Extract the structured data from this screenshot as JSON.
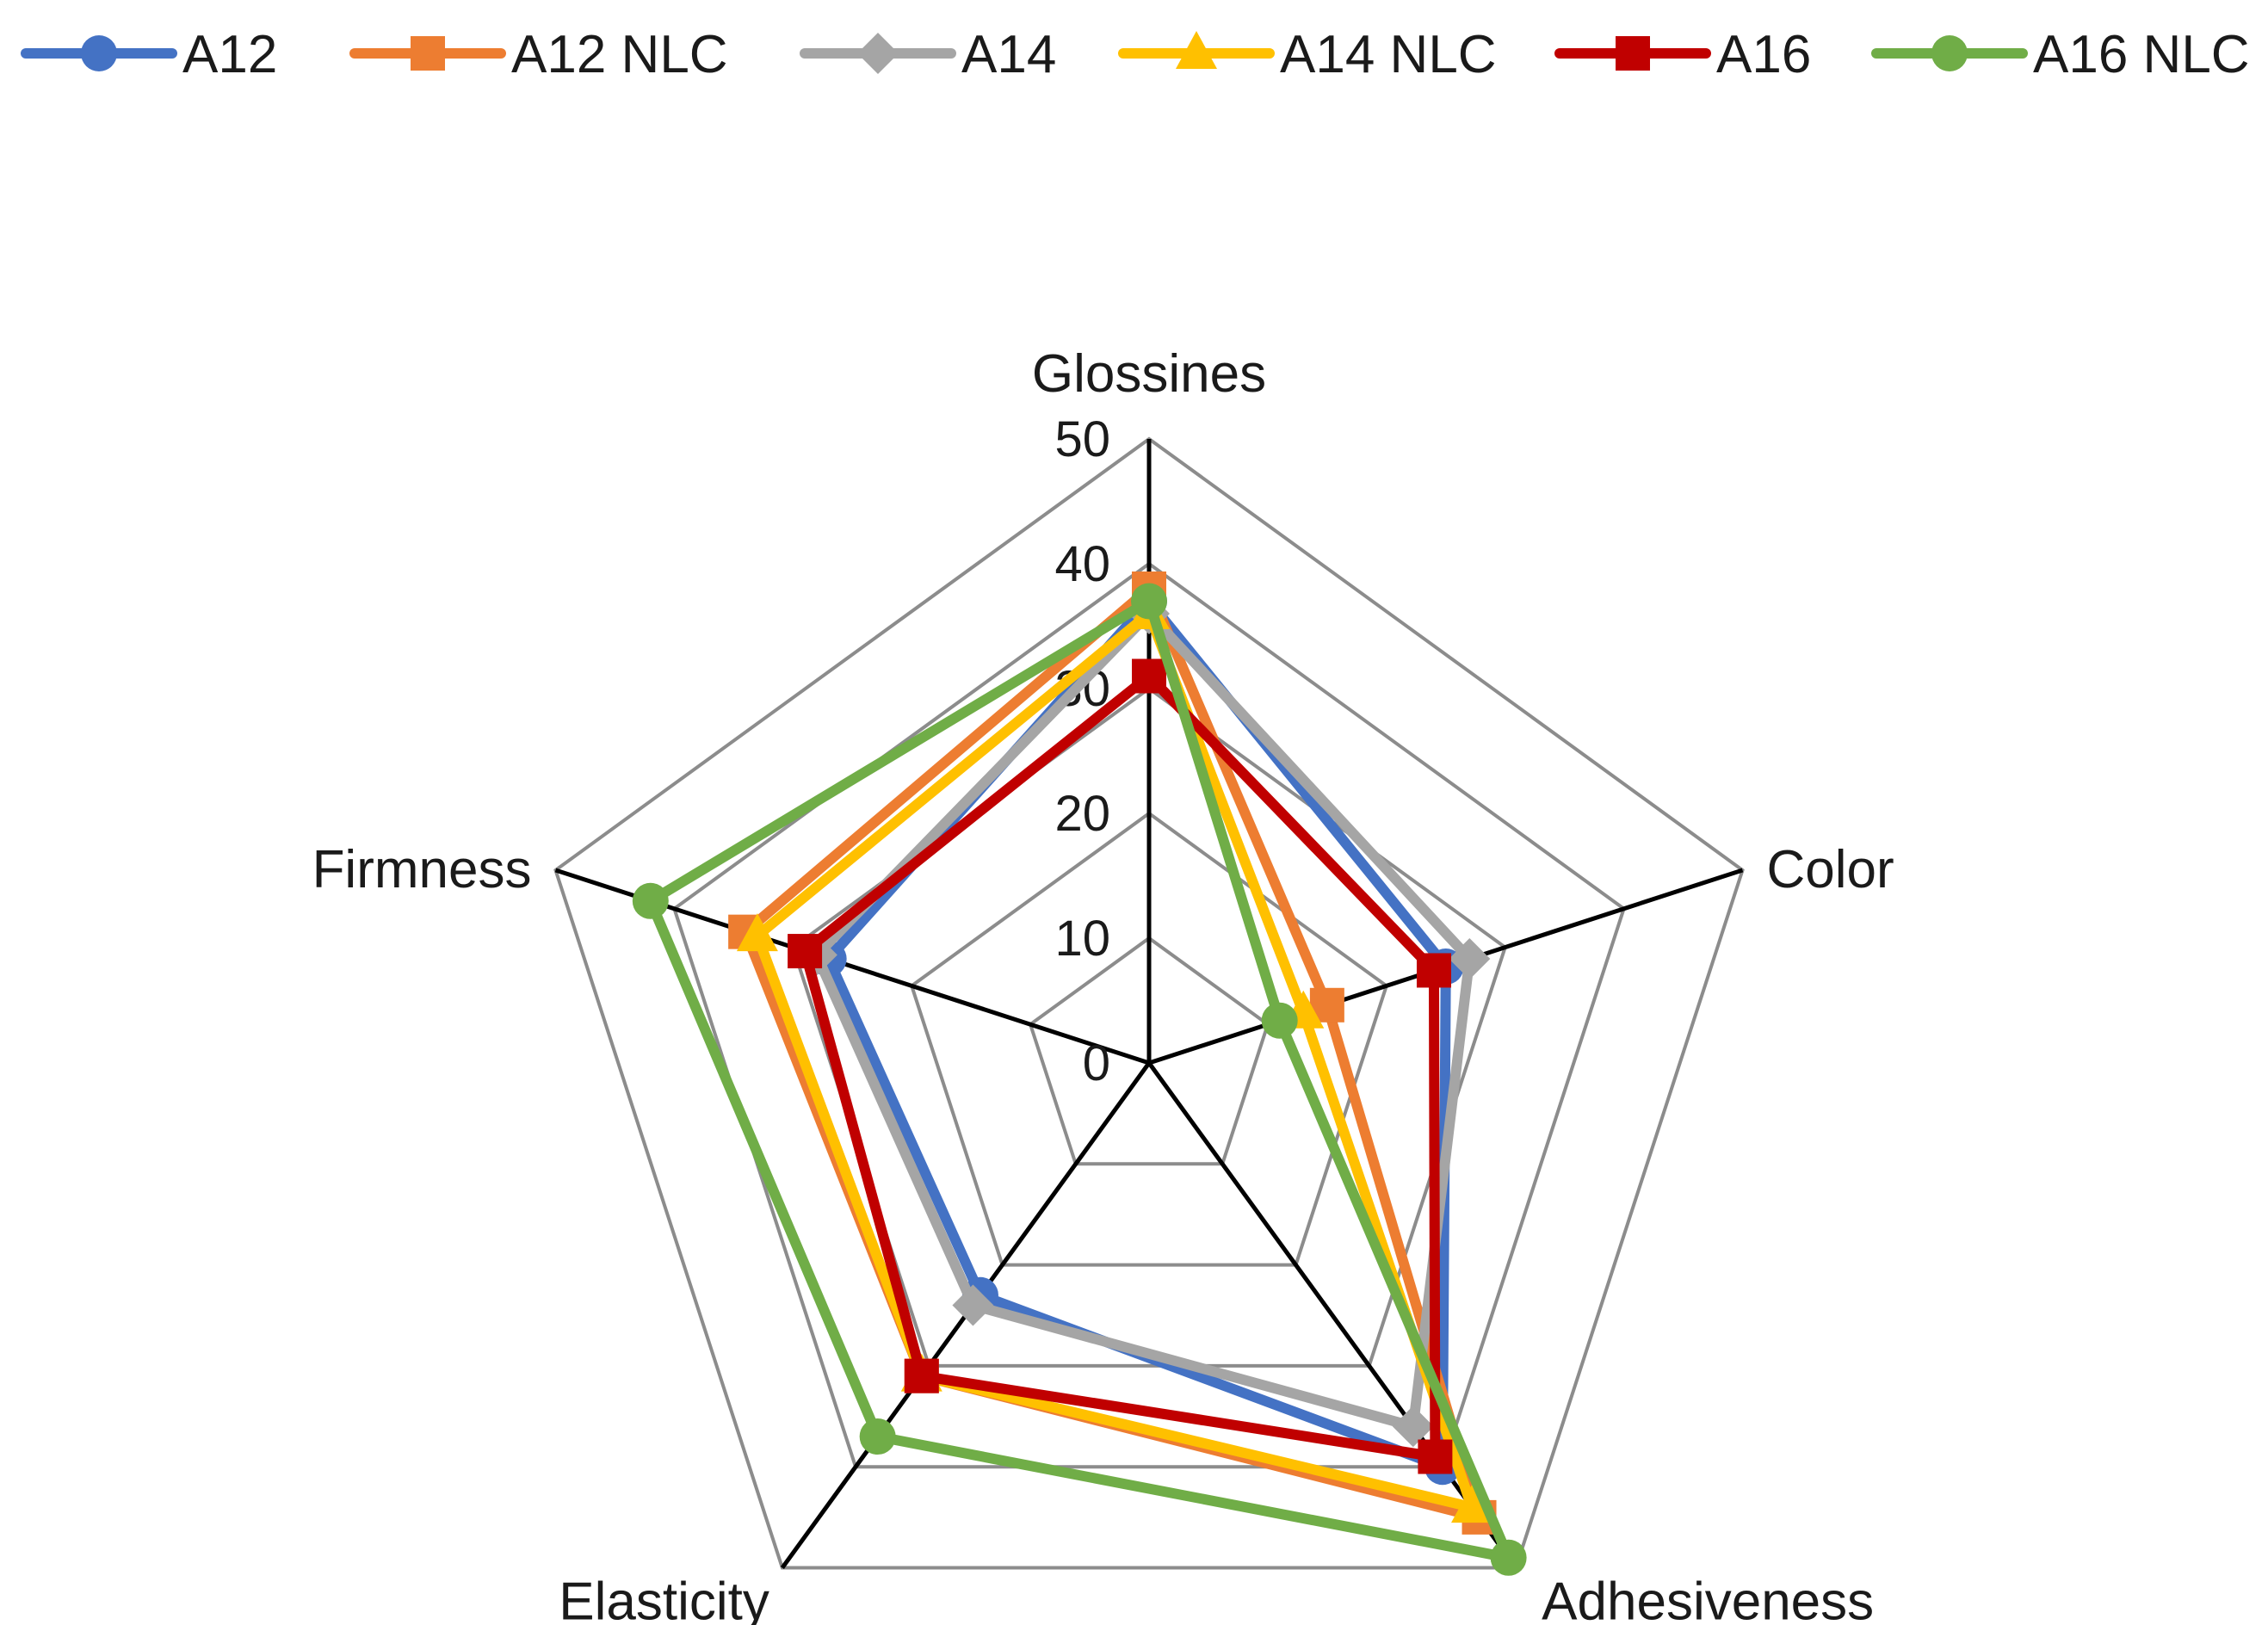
{
  "chart_data": {
    "type": "radar",
    "title": "",
    "axes": [
      "Glossines",
      "Color",
      "Adhesiveness",
      "Elasticity",
      "Firmness"
    ],
    "rlim": [
      0,
      50
    ],
    "ticks": [
      0,
      10,
      20,
      30,
      40,
      50
    ],
    "grid": true,
    "legend_position": "top",
    "series": [
      {
        "name": "A12",
        "color": "#4472C4",
        "marker": "circle",
        "values": [
          37,
          25,
          40,
          23,
          27
        ]
      },
      {
        "name": "A12 NLC",
        "color": "#ED7D31",
        "marker": "square",
        "values": [
          38,
          15,
          45,
          31,
          34
        ]
      },
      {
        "name": "A14",
        "color": "#A5A5A5",
        "marker": "diamond",
        "values": [
          36,
          27,
          36,
          24,
          28
        ]
      },
      {
        "name": "A14 NLC",
        "color": "#FFC000",
        "marker": "triangle",
        "values": [
          36,
          13,
          44,
          31,
          33
        ]
      },
      {
        "name": "A16",
        "color": "#C00000",
        "marker": "square",
        "values": [
          31,
          24,
          39,
          31,
          29
        ]
      },
      {
        "name": "A16 NLC",
        "color": "#70AD47",
        "marker": "circle",
        "values": [
          37,
          11,
          49,
          37,
          42
        ]
      }
    ]
  }
}
